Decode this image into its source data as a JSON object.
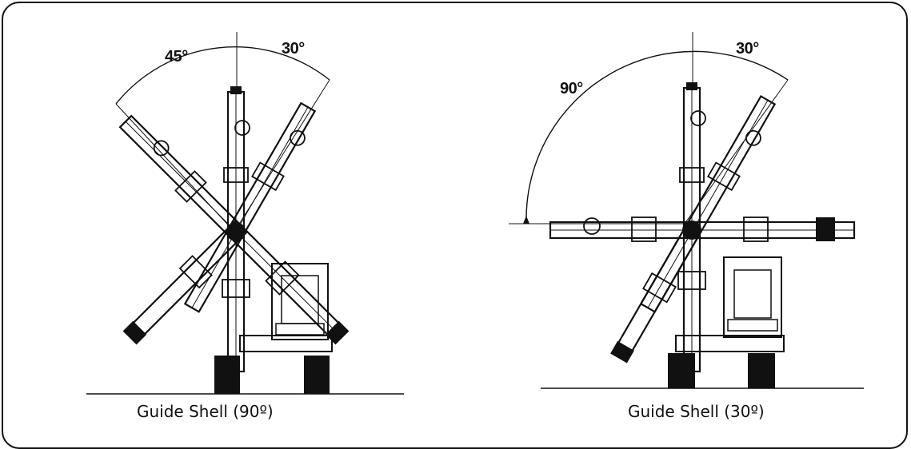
{
  "left_diagram": {
    "angle_left": "45°",
    "angle_right": "30°",
    "caption": "Guide Shell (90º)"
  },
  "right_diagram": {
    "angle_left": "90°",
    "angle_right": "30°",
    "caption": "Guide Shell (30º)"
  },
  "colors": {
    "ink": "#111111",
    "background": "#ffffff"
  }
}
